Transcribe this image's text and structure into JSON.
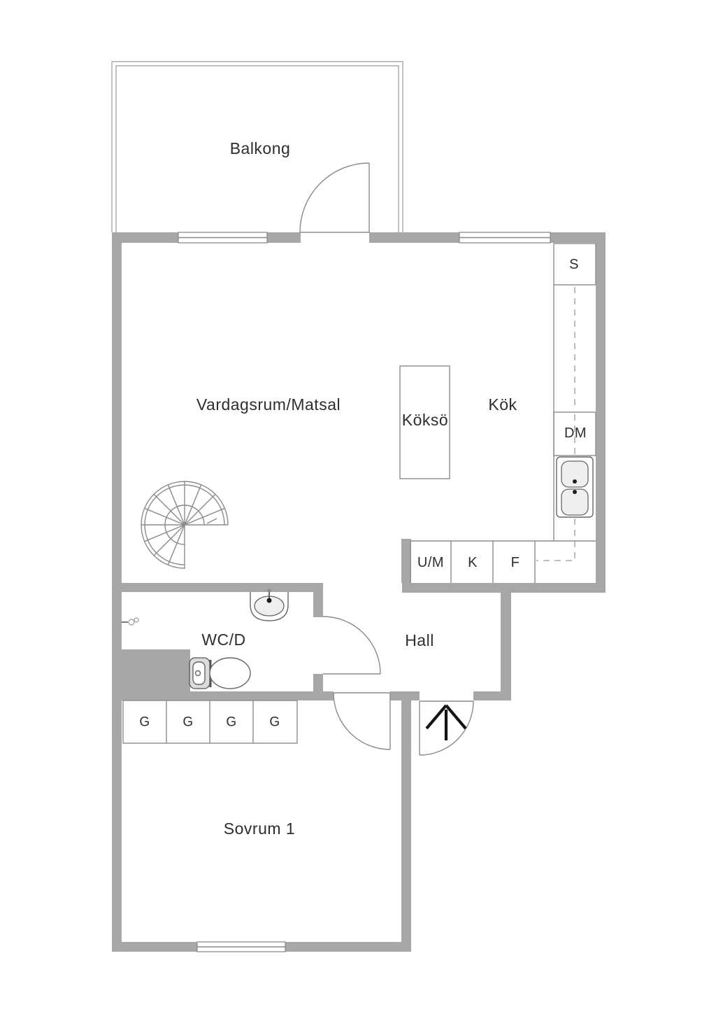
{
  "colors": {
    "wall_fill": "#a7a7a7",
    "line": "#8b8b8b",
    "text": "#2e2e2e",
    "background": "#ffffff",
    "arrow": "#141414"
  },
  "rooms": {
    "balcony": "Balkong",
    "living_dining": "Vardagsrum/Matsal",
    "kitchen": "Kök",
    "kitchen_island": "Köksö",
    "bathroom": "WC/D",
    "hall": "Hall",
    "bedroom": "Sovrum 1"
  },
  "fixtures": {
    "closet": "S",
    "dishwasher": "DM",
    "washing_machine": "U/M",
    "fridge": "K",
    "freezer": "F",
    "wardrobes": [
      "G",
      "G",
      "G",
      "G"
    ]
  }
}
